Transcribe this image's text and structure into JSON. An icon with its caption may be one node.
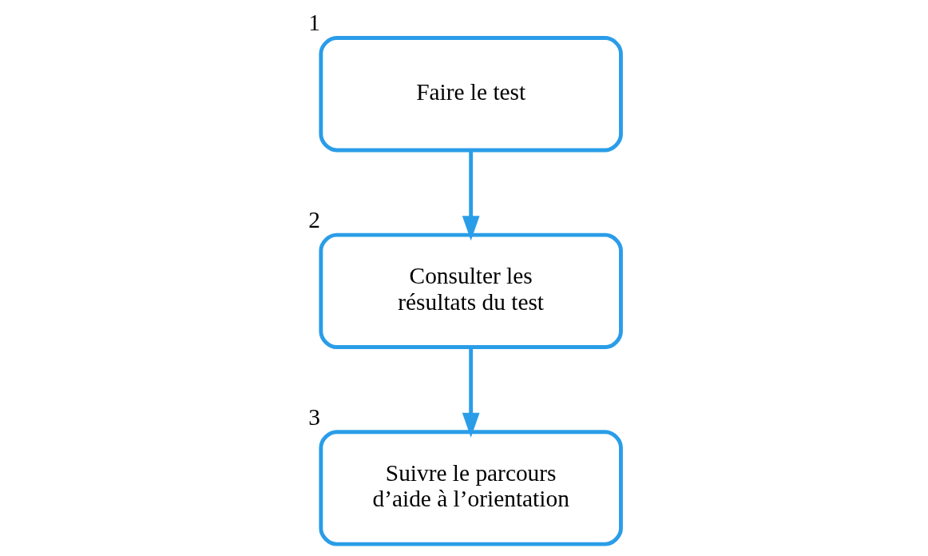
{
  "diagram": {
    "nodes": [
      {
        "text": [
          "Faire le test"
        ],
        "beside": [
          "1"
        ]
      },
      {
        "text": [
          "Consulter les résultats du test"
        ],
        "beside": [
          "2"
        ]
      },
      {
        "text": [
          "Suivre le parcours d’aide à l’orientation"
        ],
        "beside": [
          "3"
        ]
      }
    ],
    "edges": [
      {
        "from": 0,
        "to": 1,
        "arrow": "to"
      },
      {
        "from": 1,
        "to": 2,
        "arrow": "to"
      }
    ]
  }
}
